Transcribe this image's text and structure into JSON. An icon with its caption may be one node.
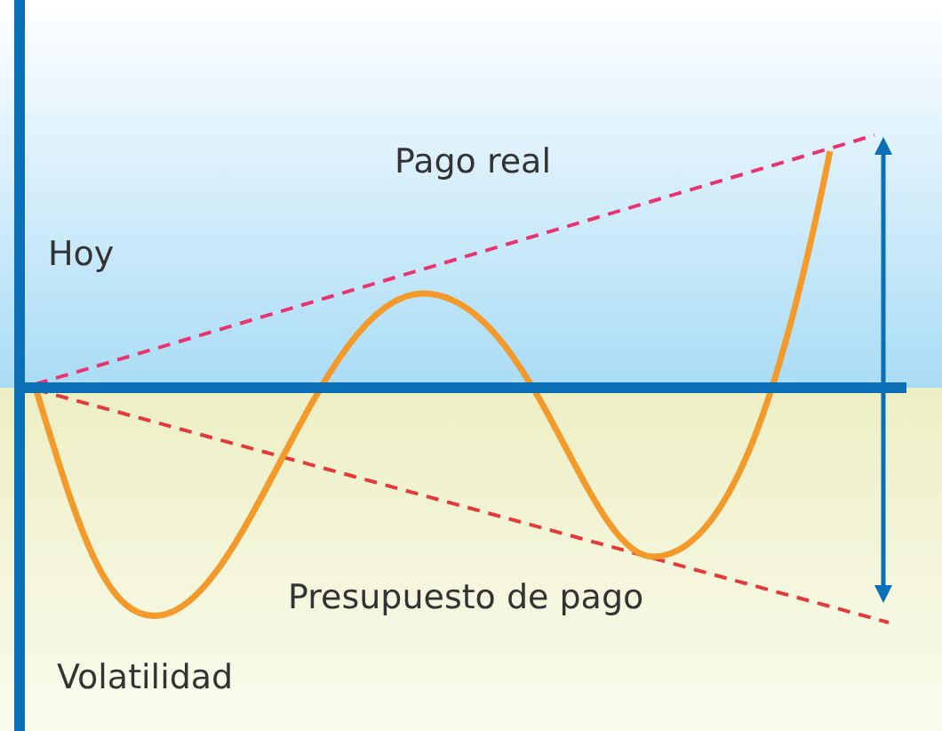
{
  "diagram": {
    "labels": [
      "Pago real",
      "Hoy",
      "Presupuesto de pago",
      "Volatilidad"
    ]
  }
}
